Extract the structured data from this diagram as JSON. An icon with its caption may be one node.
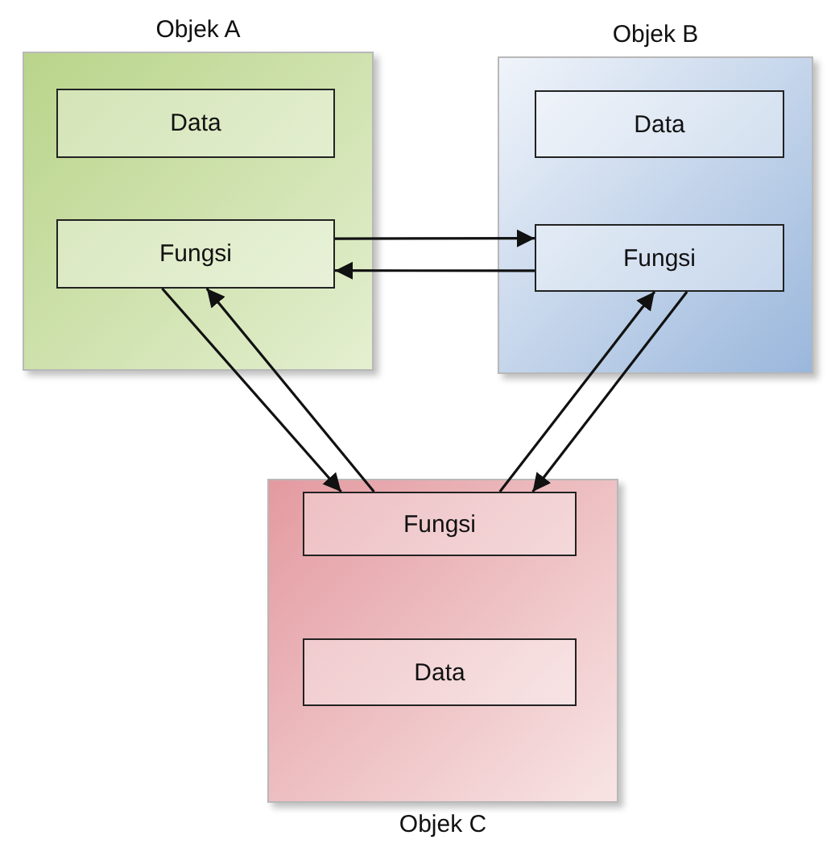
{
  "diagram": {
    "nodes": [
      {
        "text": [
          "Objek A"
        ]
      },
      {
        "text": [
          "Data"
        ],
        "in": 0
      },
      {
        "text": [
          "Fungsi"
        ],
        "in": 0
      },
      {
        "text": [
          "Objek B"
        ]
      },
      {
        "text": [
          "Data"
        ],
        "in": 3
      },
      {
        "text": [
          "Fungsi"
        ],
        "in": 3
      },
      {
        "text": [
          "Objek C"
        ]
      },
      {
        "text": [
          "Fungsi"
        ],
        "in": 6
      },
      {
        "text": [
          "Data"
        ],
        "in": 6
      }
    ],
    "edges": [
      {
        "from": 2,
        "to": 5,
        "arrow": "to"
      },
      {
        "from": 5,
        "to": 2,
        "arrow": "to"
      },
      {
        "from": 2,
        "to": 7,
        "arrow": "to"
      },
      {
        "from": 7,
        "to": 2,
        "arrow": "to"
      },
      {
        "from": 7,
        "to": 5,
        "arrow": "to"
      },
      {
        "from": 5,
        "to": 7,
        "arrow": "to"
      }
    ]
  }
}
